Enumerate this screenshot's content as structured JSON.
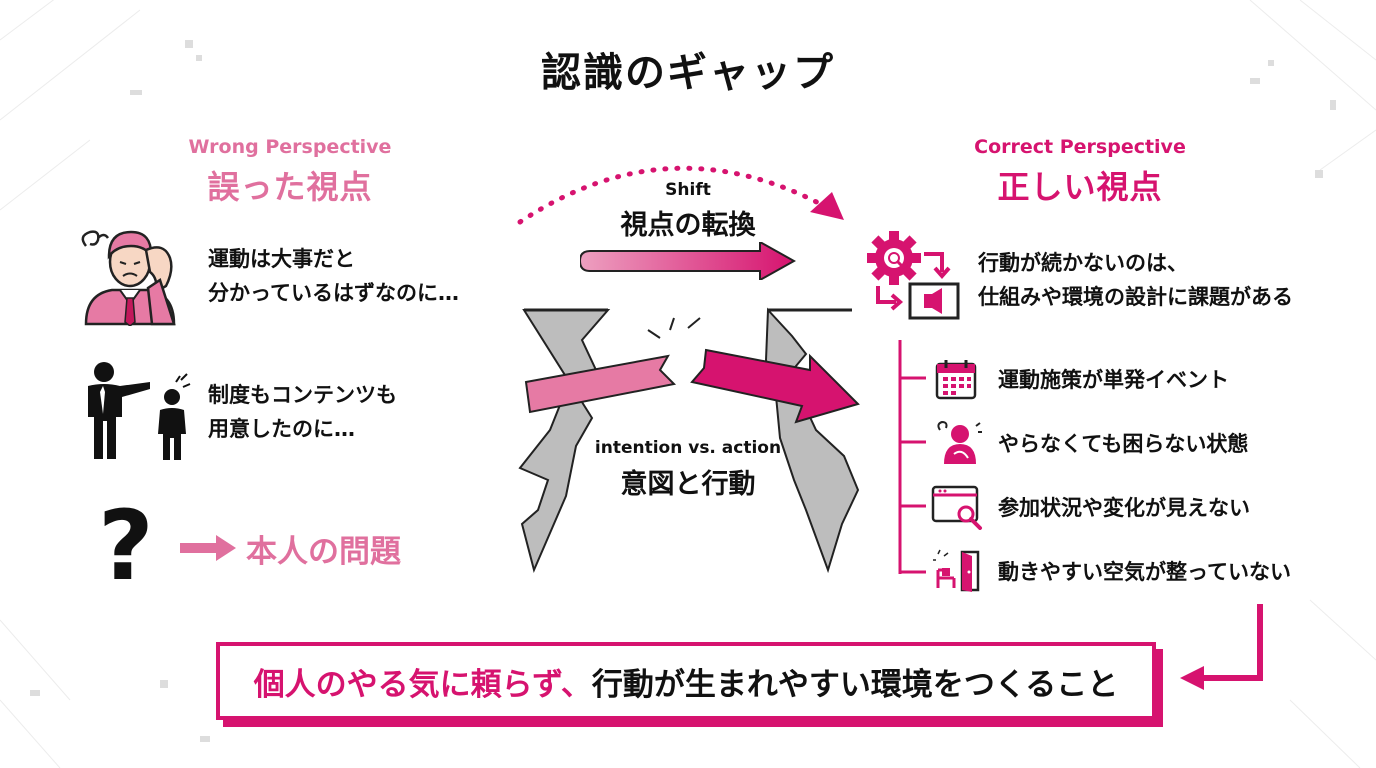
{
  "title": "認識のギャップ",
  "left": {
    "label_en": "Wrong Perspective",
    "label_ja": "誤った視点",
    "item1_line1": "運動は大事だと",
    "item1_line2": "分かっているはずなのに…",
    "item2_line1": "制度もコンテンツも",
    "item2_line2": "用意したのに…",
    "question_mark": "?",
    "result": "本人の問題"
  },
  "center": {
    "shift_en": "Shift",
    "shift_ja": "視点の転換",
    "gap_en": "intention vs. action",
    "gap_ja": "意図と行動"
  },
  "right": {
    "label_en": "Correct Perspective",
    "label_ja": "正しい視点",
    "main_line1": "行動が続かないのは、",
    "main_line2": "仕組みや環境の設計に課題がある",
    "list": [
      {
        "text": "運動施策が単発イベント",
        "icon": "calendar-icon"
      },
      {
        "text": "やらなくても困らない状態",
        "icon": "relaxed-person-icon"
      },
      {
        "text": "参加状況や変化が見えない",
        "icon": "browser-search-icon"
      },
      {
        "text": "動きやすい空気が整っていない",
        "icon": "door-chair-icon"
      }
    ]
  },
  "conclusion": {
    "highlight": "個人のやる気に頼らず、",
    "rest": "行動が生まれやすい環境をつくること"
  },
  "colors": {
    "deep_pink": "#d6136f",
    "light_pink": "#e0709e",
    "gray": "#bdbdbd"
  }
}
